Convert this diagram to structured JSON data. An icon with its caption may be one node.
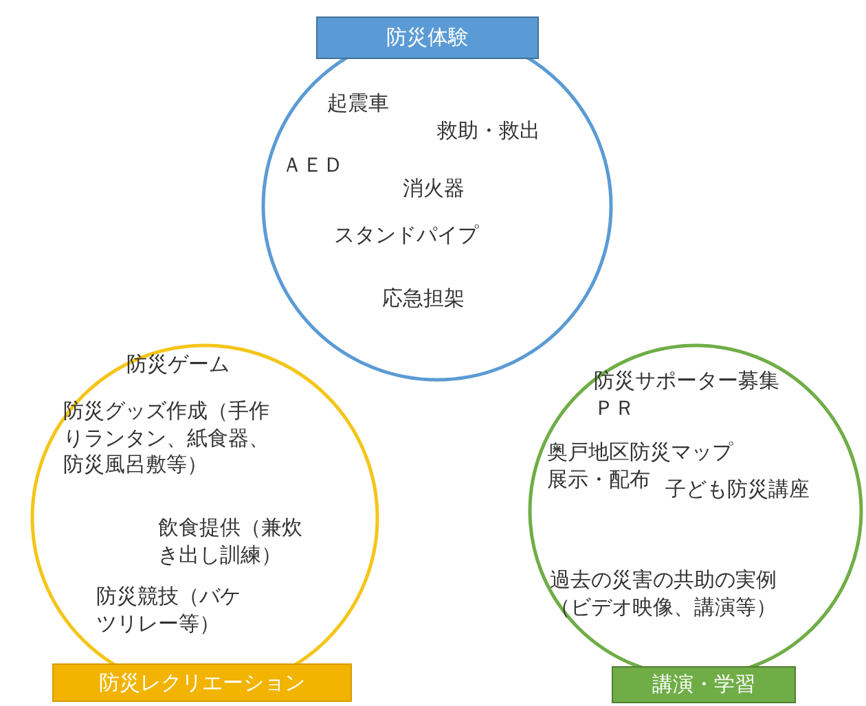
{
  "diagram": {
    "nodes": [
      {
        "text": [
          "防災体験"
        ]
      },
      {
        "text": [
          "起震車",
          "救助・救出",
          "ＡＥＤ",
          "消火器",
          "スタンドパイプ",
          "応急担架"
        ]
      },
      {
        "text": [
          "防災ゲーム",
          "防災グッズ作成（手作りランタン、紙食器、防災風呂敷等）",
          "飲食提供（兼炊き出し訓練）",
          "防災競技（バケツリレー等）"
        ]
      },
      {
        "text": [
          "防災サポーター募集ＰＲ",
          "奥戸地区防災マップ展示・配布",
          "子ども防災講座",
          "過去の災害の共助の実例（ビデオ映像、講演等）"
        ]
      },
      {
        "text": [
          "防災レクリエーション"
        ]
      },
      {
        "text": [
          "講演・学習"
        ]
      }
    ]
  }
}
